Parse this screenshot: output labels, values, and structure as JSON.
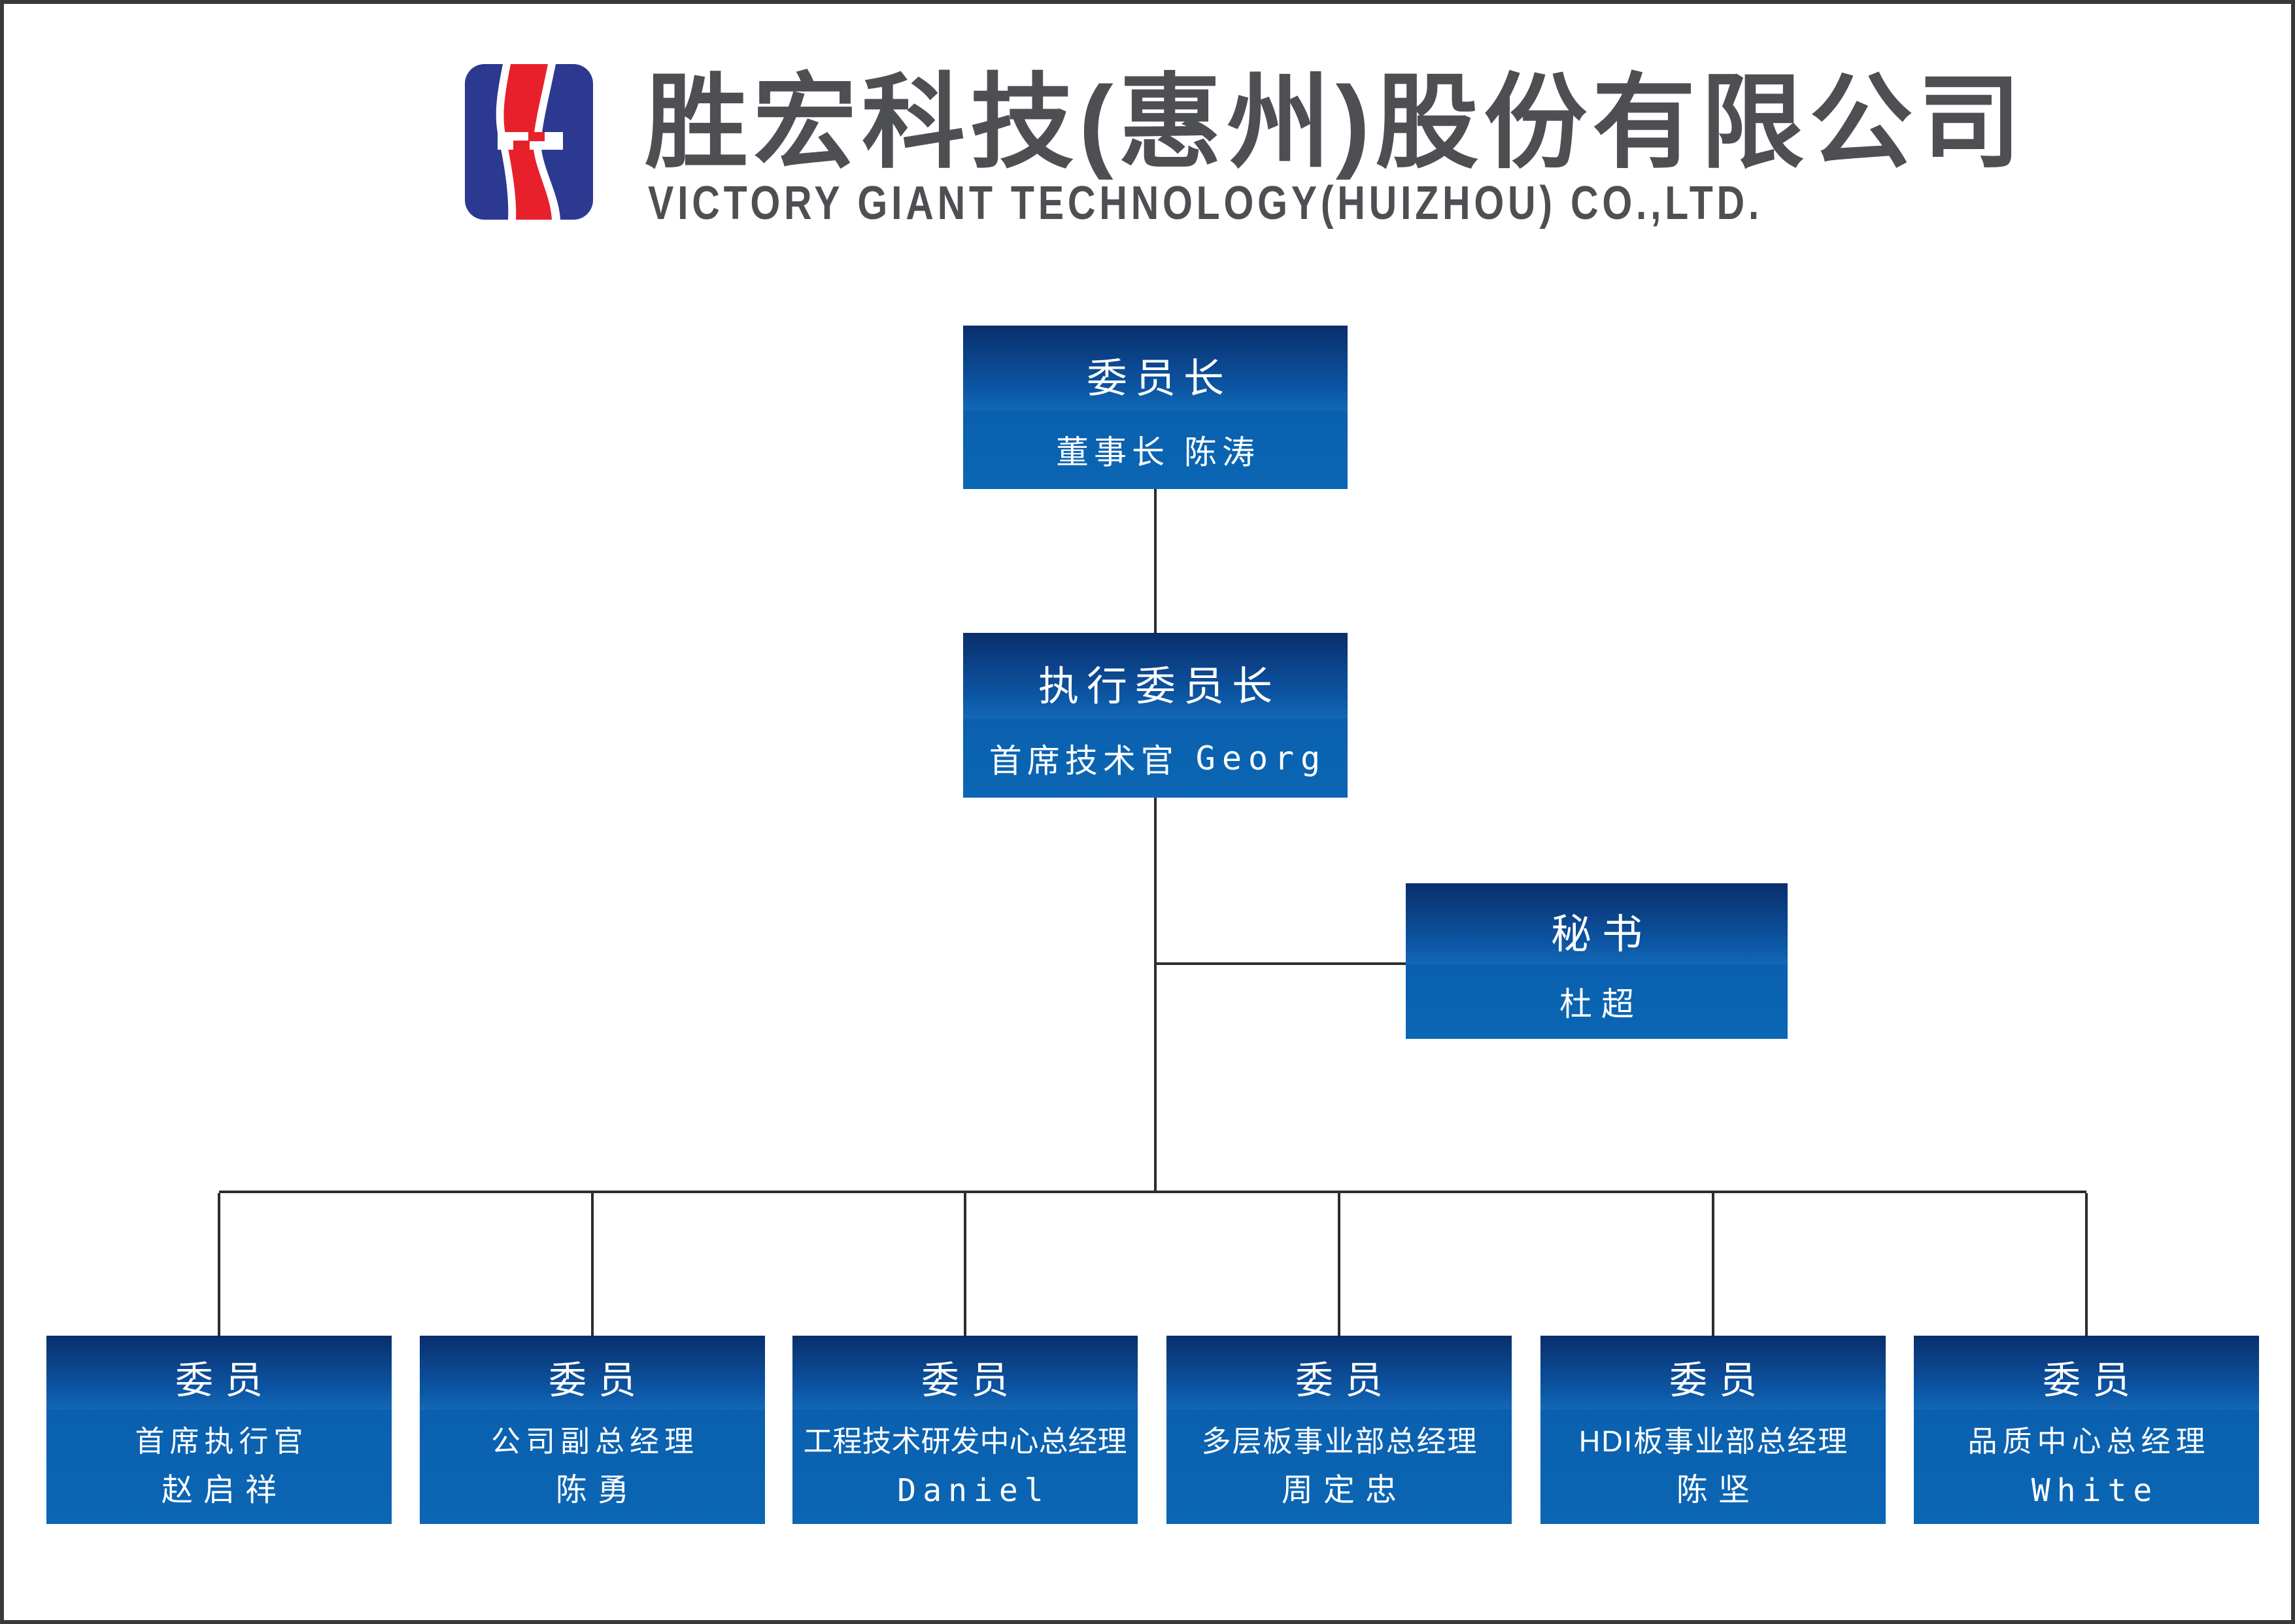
{
  "header": {
    "company_name_zh": "胜宏科技(惠州)股份有限公司",
    "company_name_en": "VICTORY GIANT TECHNOLOGY(HUIZHOU) CO.,LTD."
  },
  "org_chart": {
    "chairman": {
      "title": "委员长",
      "name": "董事长 陈涛"
    },
    "executive_chairman": {
      "title": "执行委员长",
      "name_zh": "首席技术官",
      "name_en": "Georg"
    },
    "secretary": {
      "title": "秘书",
      "name": "杜超"
    },
    "members": [
      {
        "title": "委员",
        "role": "首席执行官",
        "name": "赵启祥"
      },
      {
        "title": "委员",
        "role": "公司副总经理",
        "name": "陈勇"
      },
      {
        "title": "委员",
        "role": "工程技术研发中心总经理",
        "name": "Daniel"
      },
      {
        "title": "委员",
        "role": "多层板事业部总经理",
        "name": "周定忠"
      },
      {
        "title": "委员",
        "role": "HDI板事业部总经理",
        "name": "陈坚"
      },
      {
        "title": "委员",
        "role": "品质中心总经理",
        "name": "White"
      }
    ]
  },
  "colors": {
    "logo_blue": "#2b3990",
    "logo_red": "#e8202c",
    "ink": "#4e4f53",
    "line": "#2d2d2d",
    "frame": "#3a3a3a",
    "box_top": "#0a2e6c",
    "box_mid": "#0c56a4",
    "box_seam": "#1368b6",
    "name_top": "#0a60ae",
    "name_bottom": "#0b66b4"
  }
}
